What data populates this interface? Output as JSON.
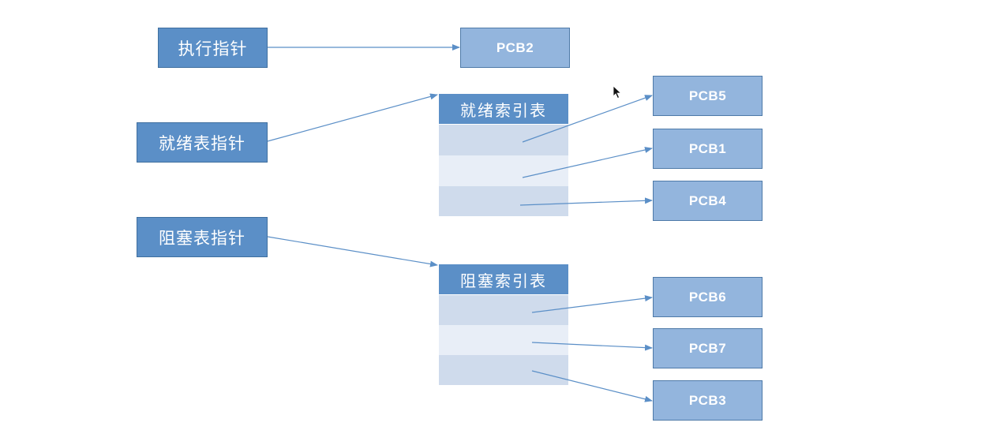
{
  "pointers": {
    "exec": "执行指针",
    "ready": "就绪表指针",
    "blocked": "阻塞表指针"
  },
  "ready_index": {
    "title": "就绪索引表"
  },
  "blocked_index": {
    "title": "阻塞索引表"
  },
  "pcbs": {
    "pcb2": "PCB2",
    "pcb5": "PCB5",
    "pcb1": "PCB1",
    "pcb4": "PCB4",
    "pcb6": "PCB6",
    "pcb7": "PCB7",
    "pcb3": "PCB3"
  },
  "colors": {
    "pointer_box": "#5b8fc7",
    "pcb_box": "#93b5dd",
    "row_dark": "#cfdbec",
    "row_light": "#e8eef7",
    "arrow": "#5b8fc7"
  },
  "icons": {
    "cursor": "mouse-pointer-icon"
  }
}
